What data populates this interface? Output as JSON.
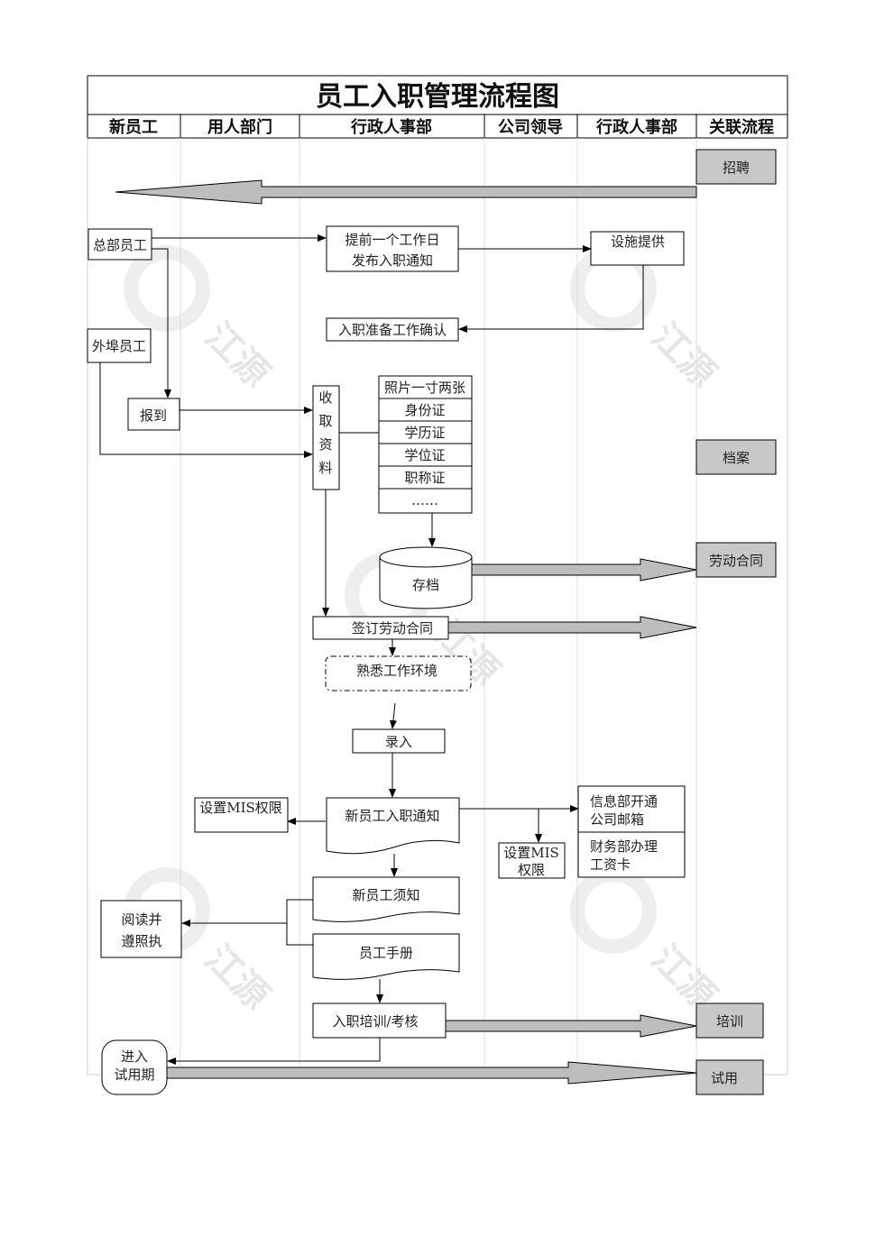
{
  "title": "员工入职管理流程图",
  "lanes": [
    "新员工",
    "用人部门",
    "行政人事部",
    "公司领导",
    "行政人事部",
    "关联流程"
  ],
  "watermark": "江源",
  "nodes": {
    "recruit": "招聘",
    "hq_staff": "总部员工",
    "remote_staff": "外埠员工",
    "notice_line1": "提前一个工作日",
    "notice_line2": "发布入职通知",
    "facility": "设施提供",
    "prep_confirm": "入职准备工作确认",
    "report": "报到",
    "collect": [
      "收",
      "取",
      "资",
      "料"
    ],
    "docs": [
      "照片一寸两张",
      "身份证",
      "学历证",
      "学位证",
      "职称证",
      "……"
    ],
    "archive_store": "存档",
    "archive": "档案",
    "contract_rel": "劳动合同",
    "sign_contract": "签订劳动合同",
    "familiarize": "熟悉工作环境",
    "entry": "录入",
    "mis_left": "设置MIS权限",
    "new_notice": "新员工入职通知",
    "mis_mid_line1": "设置MIS",
    "mis_mid_line2": "权限",
    "email_line1": "信息部开通",
    "email_line2": "公司邮箱",
    "salary_line1": "财务部办理",
    "salary_line2": "工资卡",
    "guide": "新员工须知",
    "handbook": "员工手册",
    "read_line1": "阅读并",
    "read_line2": "遵照执",
    "training": "入职培训/考核",
    "training_rel": "培训",
    "probation_line1": "进入",
    "probation_line2": "试用期",
    "probation_rel": "试用"
  },
  "colors": {
    "related_fill": "#c8c8c8",
    "fat_arrow_fill": "#bdbdbd",
    "line": "#000000"
  }
}
